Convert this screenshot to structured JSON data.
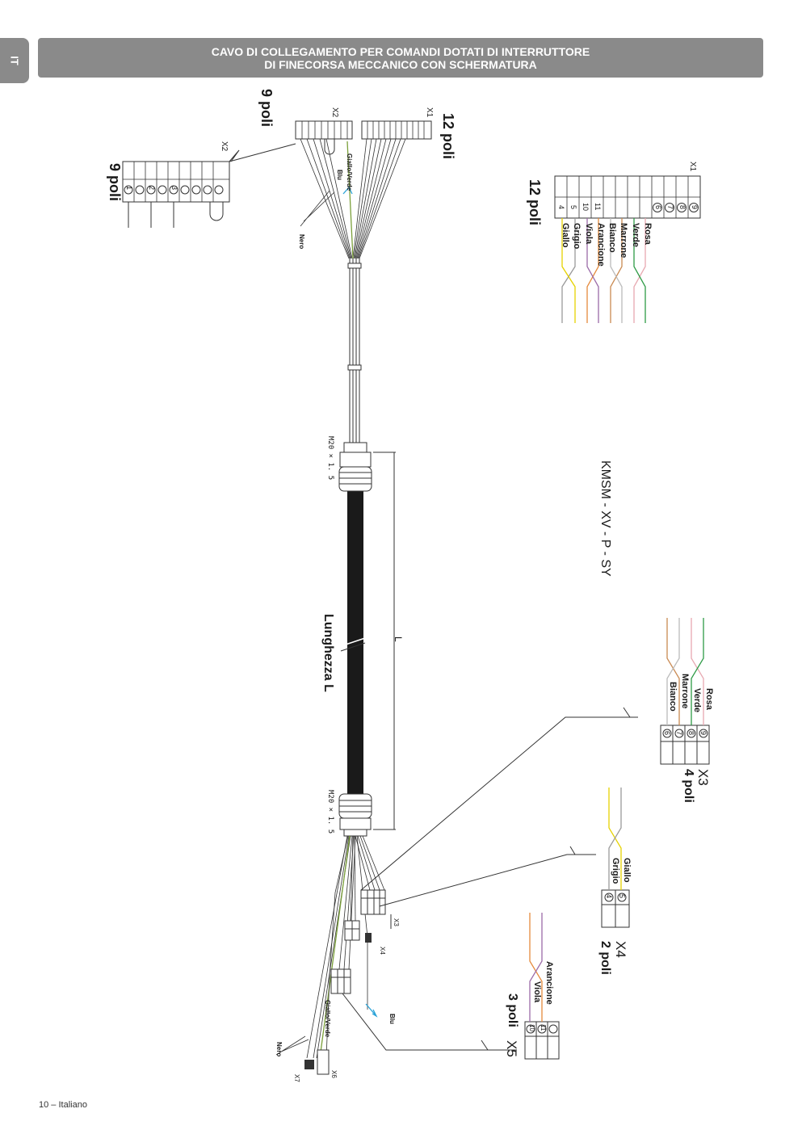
{
  "language_tab": "IT",
  "header": {
    "line1": "CAVO DI COLLEGAMENTO PER COMANDI DOTATI DI INTERRUTTORE",
    "line2": "DI FINECORSA MECCANICO CON SCHERMATURA"
  },
  "footer": "10 – Italiano",
  "model": "KMSM - XV - P - SY",
  "length_label": "Lunghezza L",
  "length_symbol": "L",
  "gland_label": "M20 × 1. 5",
  "connectors": {
    "x1": {
      "id": "X1",
      "poles": "12 poli"
    },
    "x2": {
      "id": "X2",
      "poles": "9 poli"
    },
    "x3": {
      "id": "X3",
      "poles": "4 poli"
    },
    "x4": {
      "id": "X4",
      "poles": "2 poli"
    },
    "x5": {
      "id": "X5",
      "poles": "3 poli"
    },
    "x6": {
      "id": "X6"
    },
    "x7": {
      "id": "X7"
    }
  },
  "wires": {
    "rosa": "Rosa",
    "verde": "Verde",
    "marrone": "Marrone",
    "bianco": "Bianco",
    "arancione": "Arancione",
    "viola": "Viola",
    "grigio": "Grigio",
    "giallo": "Giallo",
    "blu": "Blu",
    "nero": "Nero",
    "giallo_verde": "Giallo/Verde"
  },
  "x1_pins": [
    "9",
    "8",
    "7",
    "6",
    "11",
    "10",
    "5",
    "4"
  ],
  "x2_pins": [
    "1",
    "2",
    "3"
  ],
  "x3_pins": [
    "9",
    "8",
    "7",
    "6"
  ],
  "x4_pins": [
    "5",
    "4"
  ],
  "x5_pins": [
    "11",
    "10"
  ],
  "colors": {
    "header_bg": "#8a8a8a",
    "green": "#2e9b46",
    "pink": "#e7a8b0",
    "brown": "#c98a52",
    "orange": "#e58a3c",
    "violet": "#9b6ba8",
    "grey": "#9a9a9a",
    "yellow": "#e6d200",
    "blue": "#2aa3d8"
  }
}
